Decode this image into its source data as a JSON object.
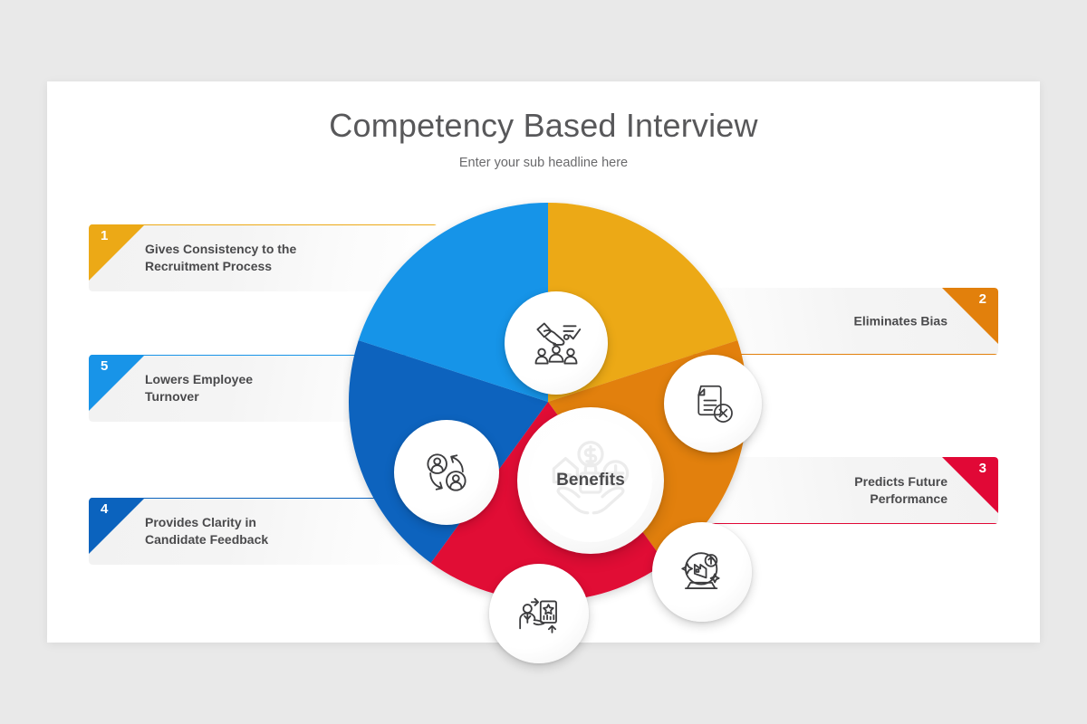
{
  "slide": {
    "title": "Competency Based Interview",
    "subtitle": "Enter your sub headline here",
    "background": "#e9e9e9",
    "canvas_color": "#ffffff"
  },
  "hub": {
    "label": "Benefits",
    "watermark_icon": "hands-holding-benefits-icon"
  },
  "palette": {
    "yellow": "#ECA916",
    "orange": "#E2800C",
    "red": "#E10836",
    "blue_dark": "#0B63BE",
    "blue_light": "#1894E8",
    "text": "#4a4a4c",
    "title": "#58585a"
  },
  "items": [
    {
      "number": "1",
      "label": "Gives Consistency to the\nRecruitment Process",
      "color": "#ECA916",
      "side": "left",
      "icon": "hand-selecting-candidate-icon"
    },
    {
      "number": "2",
      "label": "Eliminates Bias",
      "color": "#E2800C",
      "side": "right",
      "icon": "document-rejected-icon"
    },
    {
      "number": "3",
      "label": "Predicts Future\nPerformance",
      "color": "#E10836",
      "side": "right",
      "icon": "crystal-ball-forecast-icon"
    },
    {
      "number": "4",
      "label": "Provides Clarity in\nCandidate Feedback",
      "color": "#0B63BE",
      "side": "left",
      "icon": "presentation-feedback-icon"
    },
    {
      "number": "5",
      "label": "Lowers Employee\nTurnover",
      "color": "#1894E8",
      "side": "left",
      "icon": "employee-rotation-icon"
    }
  ]
}
